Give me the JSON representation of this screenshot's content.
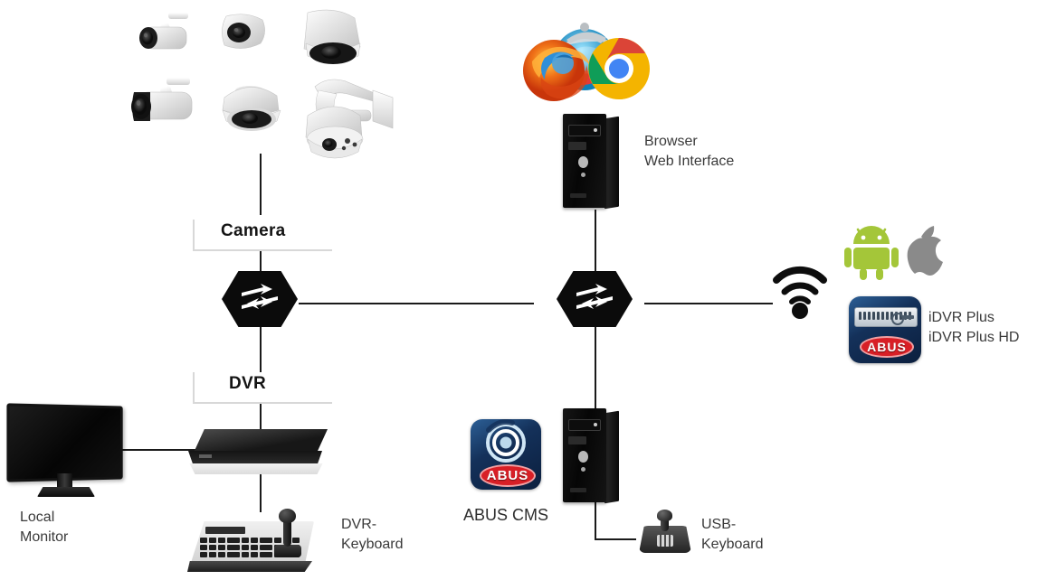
{
  "diagram": {
    "title": "ABUS DVR network topology diagram",
    "background_color": "#ffffff",
    "line_color": "#1a1a1a",
    "bracket_color": "#d8d8d8",
    "label_color": "#3a3a3a"
  },
  "labels": {
    "camera_tag": "Camera",
    "dvr_tag": "DVR",
    "browser": "Browser\nWeb Interface",
    "local_monitor": "Local\nMonitor",
    "dvr_keyboard": "DVR-\nKeyboard",
    "abus_cms": "ABUS CMS",
    "usb_keyboard": "USB-\nKeyboard",
    "idvr": "iDVR Plus\niDVR Plus HD"
  },
  "icons": {
    "switch_left": "network-switch-icon",
    "switch_right": "network-switch-icon",
    "wifi": "wifi-icon",
    "android": "android-robot-icon",
    "apple": "apple-logo-icon",
    "firefox": "firefox-browser-icon",
    "internet_explorer": "internet-explorer-browser-icon",
    "chrome": "chrome-browser-icon"
  },
  "brand": {
    "abus_text": "ABUS",
    "abus_red": "#d81f26",
    "app_tile_blue": "#14315a",
    "android_green": "#a4c639",
    "apple_gray": "#8a8a8a",
    "firefox_orange": "#e66000",
    "chrome_red": "#db4437",
    "chrome_yellow": "#f4b400",
    "chrome_green": "#0f9d58",
    "chrome_blue": "#4285f4",
    "ie_blue": "#1ebbee"
  },
  "cameras": [
    {
      "type": "bullet-camera",
      "row": 1
    },
    {
      "type": "turret-camera",
      "row": 1
    },
    {
      "type": "dome-camera",
      "row": 1
    },
    {
      "type": "bullet-camera",
      "row": 2
    },
    {
      "type": "dome-camera",
      "row": 2
    },
    {
      "type": "ptz-speed-dome-camera",
      "row": 2
    }
  ],
  "nodes": [
    {
      "name": "camera-group",
      "label": "Camera"
    },
    {
      "name": "switch-left",
      "label": ""
    },
    {
      "name": "switch-right",
      "label": ""
    },
    {
      "name": "dvr-recorder",
      "label": "DVR"
    },
    {
      "name": "local-monitor",
      "label": "Local Monitor"
    },
    {
      "name": "dvr-keyboard",
      "label": "DVR-Keyboard"
    },
    {
      "name": "browser-pc",
      "label": "Browser Web Interface"
    },
    {
      "name": "cms-pc",
      "label": "ABUS CMS"
    },
    {
      "name": "usb-keyboard",
      "label": "USB-Keyboard"
    },
    {
      "name": "mobile-apps",
      "label": "iDVR Plus / iDVR Plus HD"
    }
  ]
}
